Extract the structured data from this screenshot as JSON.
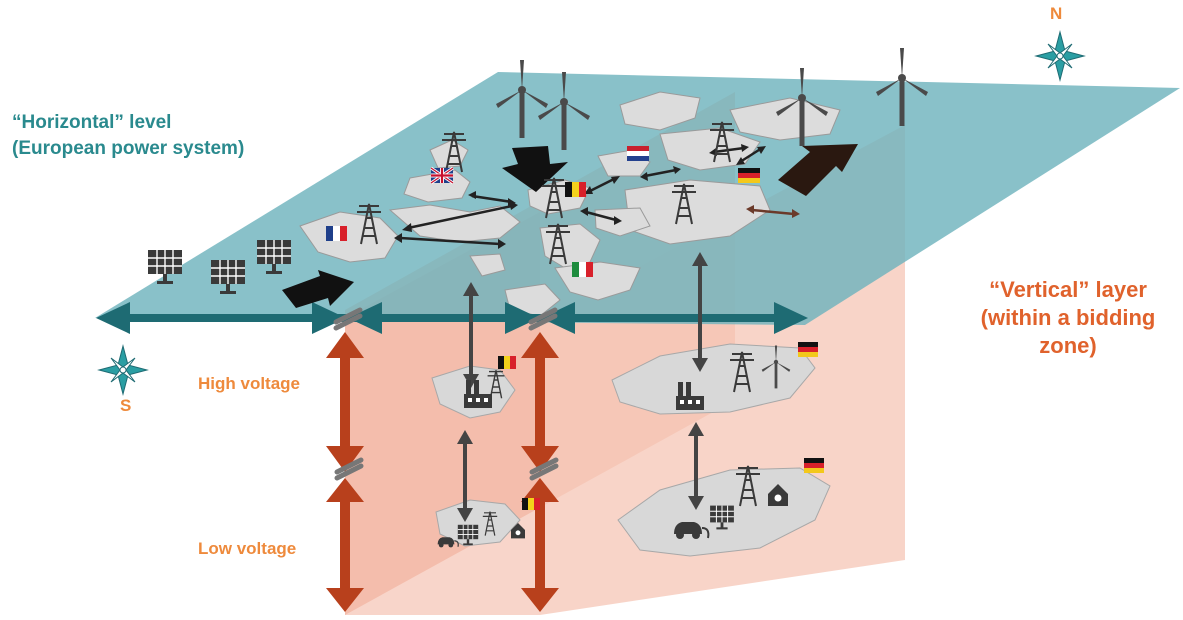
{
  "labels": {
    "horizontal_line1": "“Horizontal” level",
    "horizontal_line2": "(European power system)",
    "vertical_line1": "“Vertical” layer",
    "vertical_line2": "(within a bidding",
    "vertical_line3": "zone)",
    "high_voltage": "High voltage",
    "low_voltage": "Low voltage",
    "compass_north": "N",
    "compass_south": "S"
  },
  "colors": {
    "horizontal_plane": "#6fb3bd",
    "vertical_plane": "#f4b9a6",
    "teal_arrow": "#1e6b73",
    "vertical_arrow": "#b8401c",
    "map_land": "#dcdcdc",
    "flow_arrow": "#111111",
    "icon": "#444444",
    "north_label": "#ee8a3c",
    "horizontal_label": "#2a8a8e",
    "vertical_label": "#e0622c"
  },
  "flags": [
    {
      "country": "United Kingdom",
      "icon": "uk-flag-icon"
    },
    {
      "country": "France",
      "icon": "france-flag-icon"
    },
    {
      "country": "Belgium",
      "icon": "belgium-flag-icon"
    },
    {
      "country": "Netherlands",
      "icon": "netherlands-flag-icon"
    },
    {
      "country": "Germany",
      "icon": "germany-flag-icon"
    },
    {
      "country": "Italy",
      "icon": "italy-flag-icon"
    }
  ],
  "icons": [
    "wind-turbine-icon",
    "solar-panel-icon",
    "transmission-tower-icon",
    "factory-icon",
    "electric-car-icon",
    "house-icon",
    "compass-icon",
    "break-symbol-icon"
  ]
}
